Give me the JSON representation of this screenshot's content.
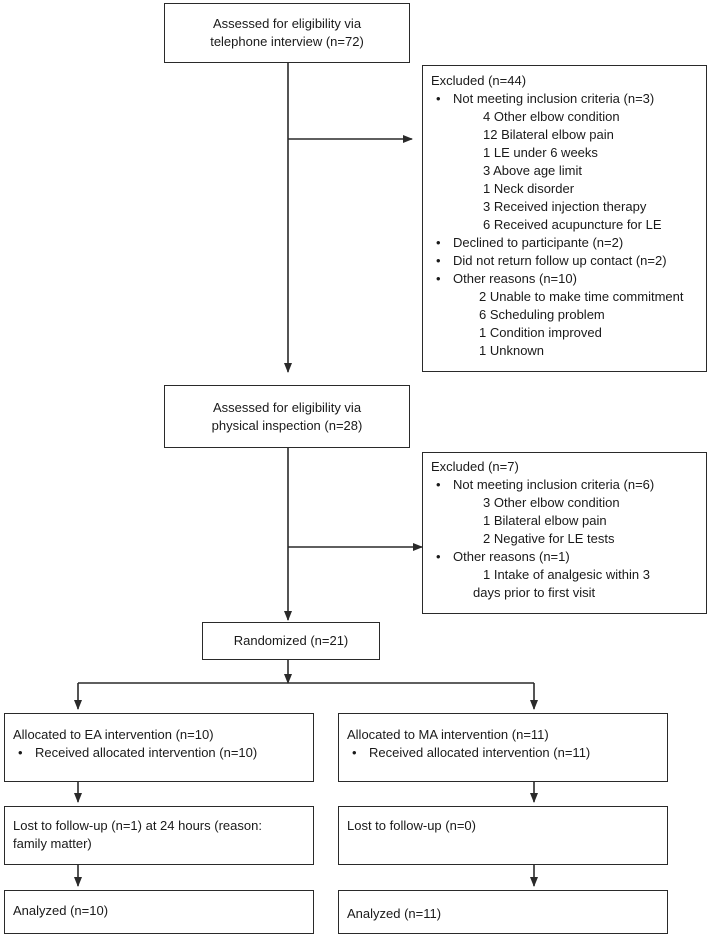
{
  "boxes": {
    "telephone": {
      "lines": [
        "Assessed for eligibility via",
        "telephone interview (n=72)"
      ]
    },
    "excluded1": {
      "title": "Excluded (n=44)",
      "b1": "Not meeting inclusion criteria (n=3)",
      "b1_items": [
        "4  Other elbow condition",
        "12 Bilateral elbow pain",
        "1  LE under 6 weeks",
        "3  Above age limit",
        "1  Neck disorder",
        "3  Received injection therapy",
        "6  Received acupuncture for LE"
      ],
      "b2": "Declined to participante (n=2)",
      "b3": "Did not return follow up contact (n=2)",
      "b4": "Other reasons (n=10)",
      "b4_items": [
        "2 Unable to make time commitment",
        "6 Scheduling problem",
        "1 Condition improved",
        "1 Unknown"
      ]
    },
    "physical": {
      "lines": [
        "Assessed for eligibility via",
        "physical inspection (n=28)"
      ]
    },
    "excluded2": {
      "title": "Excluded (n=7)",
      "b1": "Not meeting inclusion criteria (n=6)",
      "b1_items": [
        "3  Other elbow condition",
        "1  Bilateral elbow pain",
        "2  Negative for LE tests"
      ],
      "b2": "Other reasons (n=1)",
      "b2_items": [
        "1  Intake of analgesic within 3",
        "days prior to first visit"
      ]
    },
    "randomized": {
      "label": "Randomized (n=21)"
    },
    "alloc_ea": {
      "title": "Allocated to EA intervention (n=10)",
      "bullet": "Received allocated intervention (n=10)"
    },
    "alloc_ma": {
      "title": "Allocated to MA intervention (n=11)",
      "bullet": "Received allocated intervention (n=11)"
    },
    "lost_ea": {
      "text": "Lost to follow-up (n=1) at 24 hours (reason: family matter)"
    },
    "lost_ma": {
      "text": "Lost to follow-up (n=0)"
    },
    "analyzed_ea": {
      "text": "Analyzed (n=10)"
    },
    "analyzed_ma": {
      "text": "Analyzed (n=11)"
    }
  }
}
